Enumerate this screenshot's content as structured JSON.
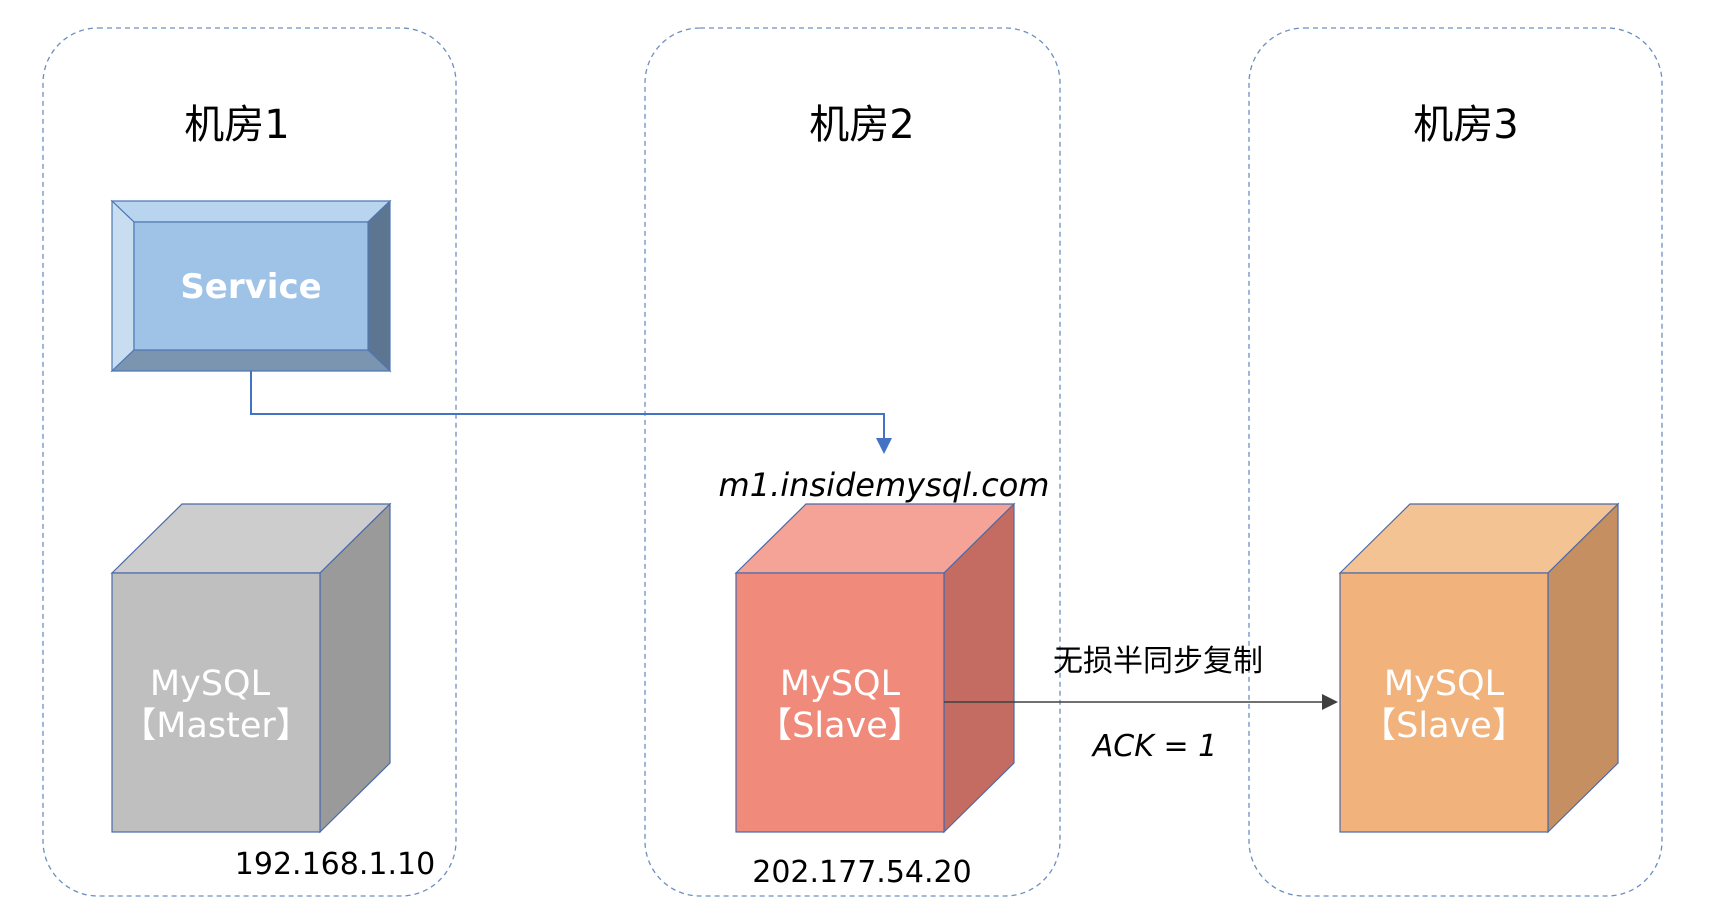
{
  "rooms": [
    {
      "title": "机房1"
    },
    {
      "title": "机房2"
    },
    {
      "title": "机房3"
    }
  ],
  "service": {
    "label": "Service"
  },
  "servers": [
    {
      "name": "MySQL",
      "role": "【Master】",
      "ip": "192.168.1.10"
    },
    {
      "name": "MySQL",
      "role": "【Slave】",
      "ip": "202.177.54.20",
      "domain": "m1.insidemysql.com"
    },
    {
      "name": "MySQL",
      "role": "【Slave】"
    }
  ],
  "replication": {
    "label": "无损半同步复制",
    "ack": "ACK = 1"
  },
  "colors": {
    "room_border": "#6d8fc0",
    "service_face": "#9ec3e6",
    "service_top": "#b9d4ee",
    "service_left": "#c9ddf1",
    "service_right": "#5c7590",
    "service_bottom": "#7b95b0",
    "service_border": "#4f78b3",
    "master_front": "#bfbfbf",
    "master_top": "#cdcdcd",
    "master_side": "#9a9a9a",
    "slave2_front": "#f08a7b",
    "slave2_top": "#f4a396",
    "slave2_side": "#c46c61",
    "slave3_front": "#f1b27c",
    "slave3_top": "#f4c394",
    "slave3_side": "#c58f61",
    "cube_border": "#4a6aa8",
    "service_arrow": "#4472c4",
    "repl_arrow": "#404040"
  }
}
